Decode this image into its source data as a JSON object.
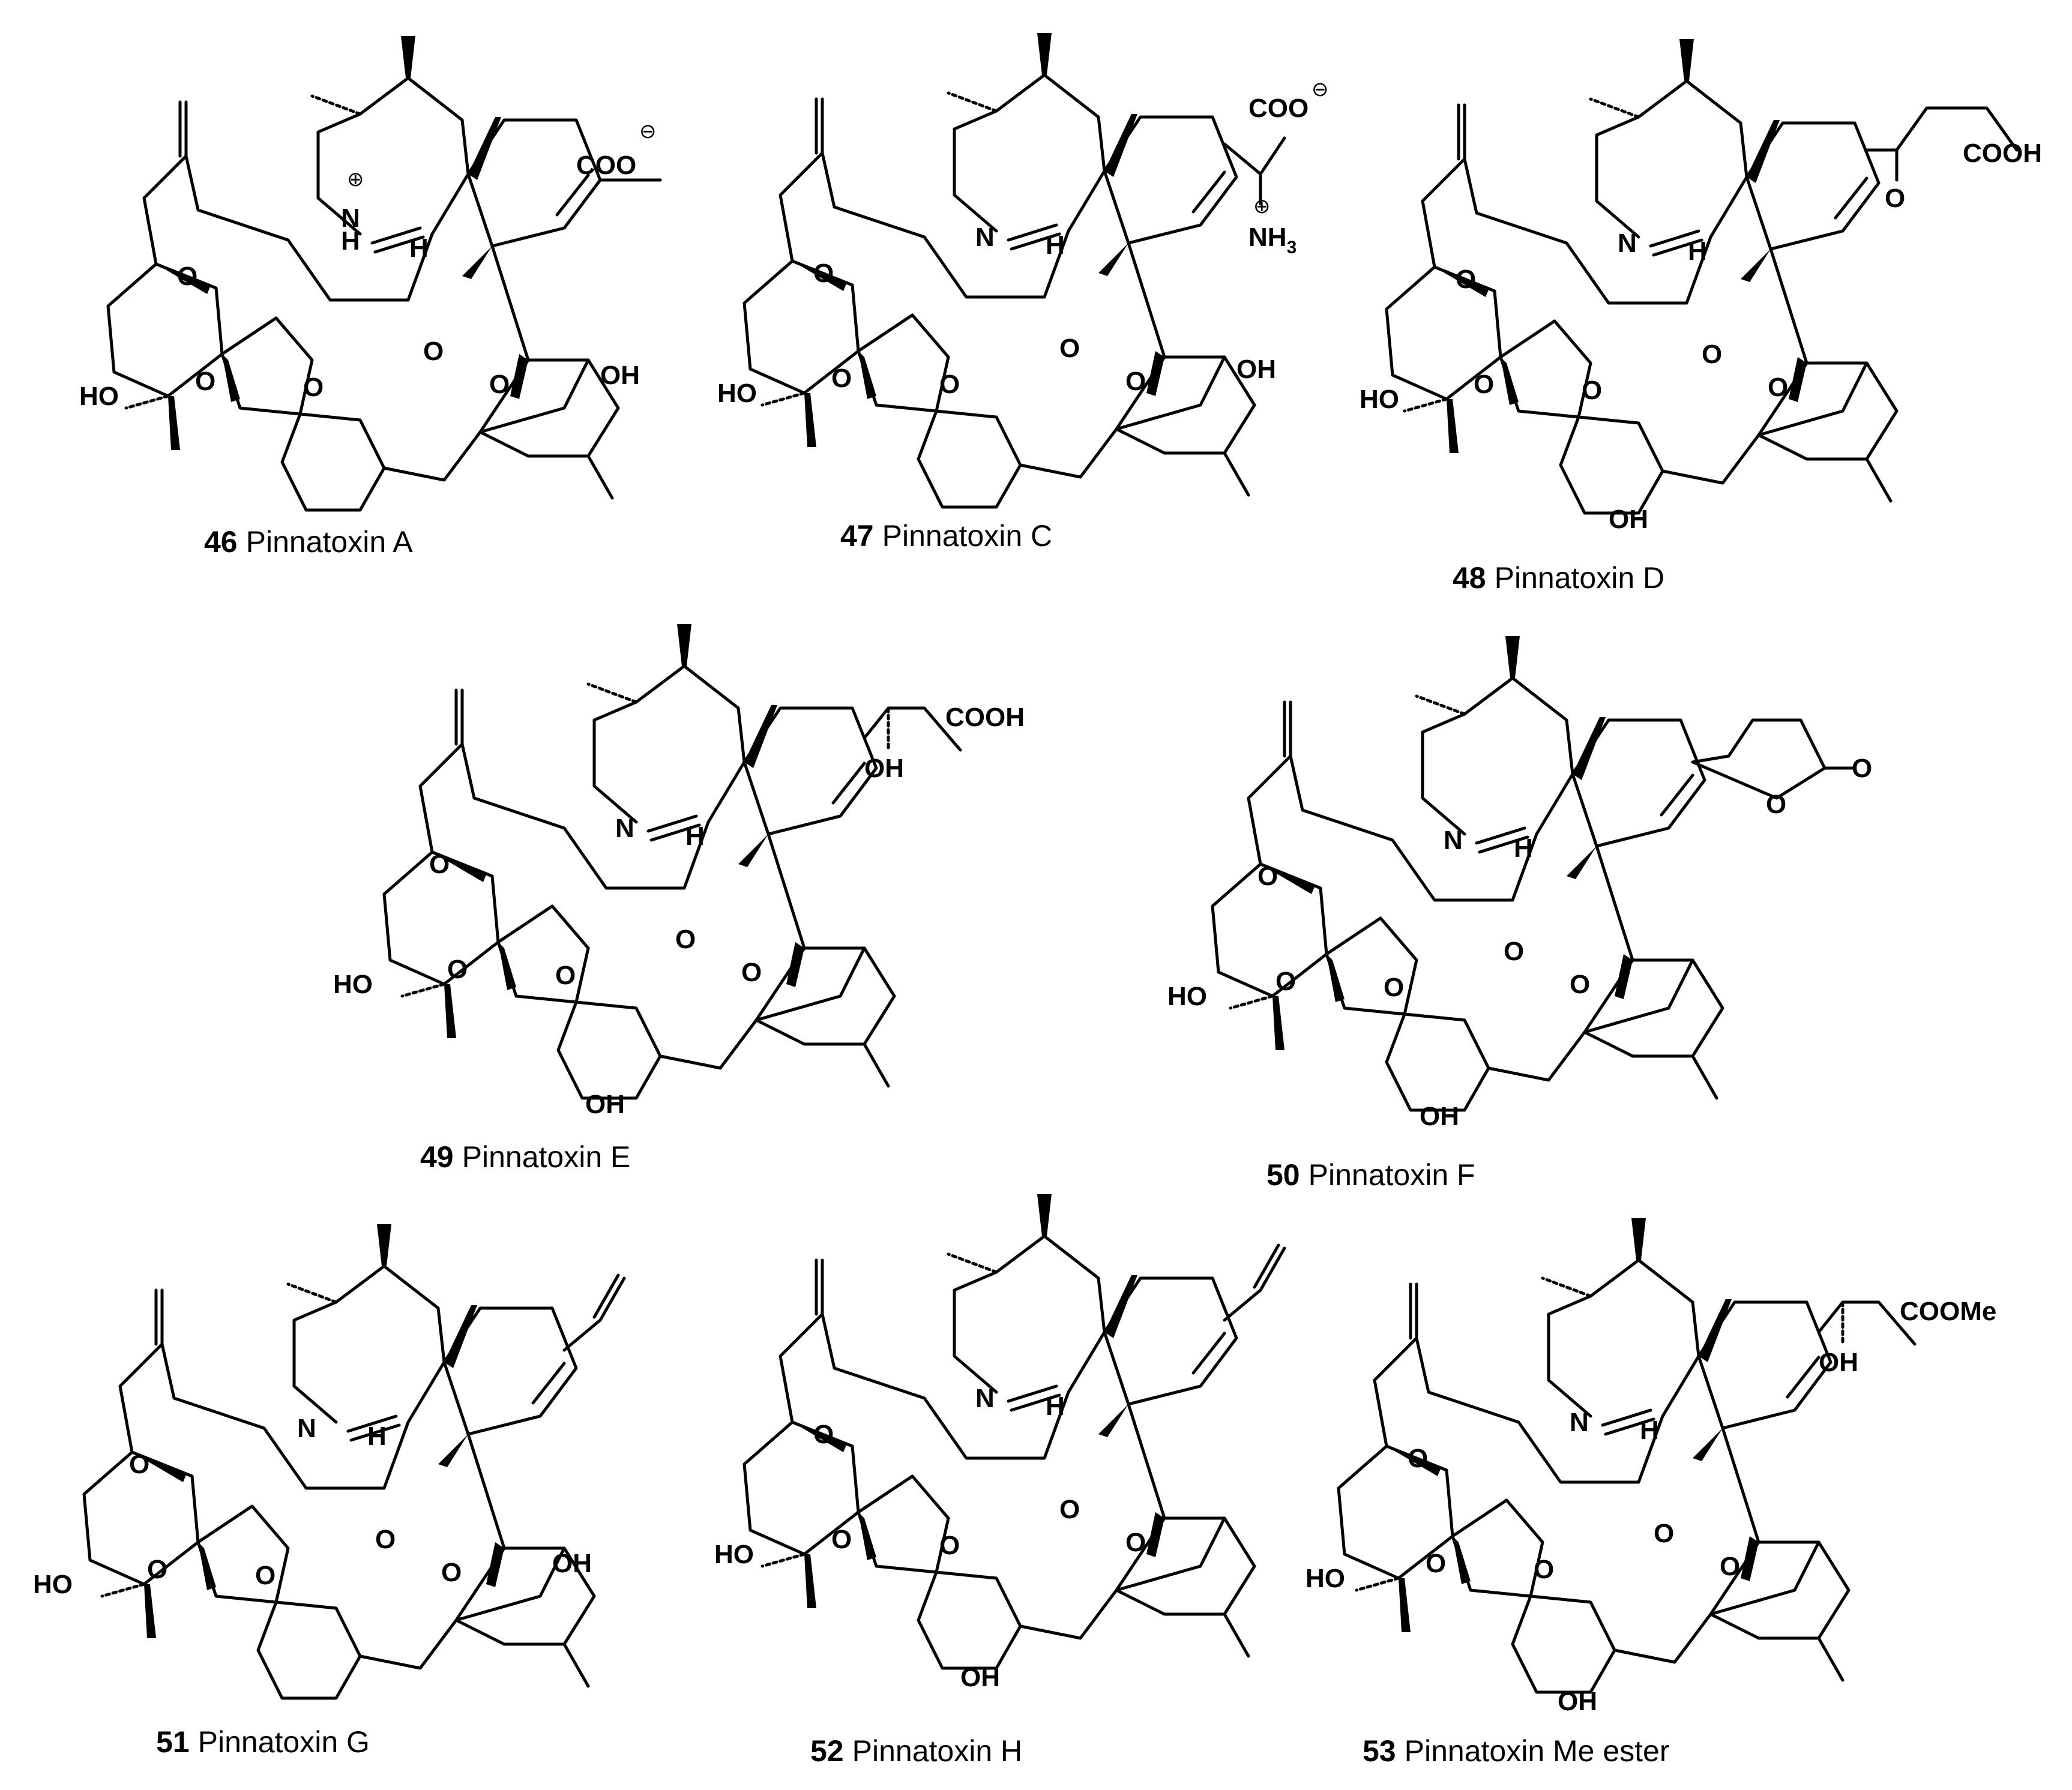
{
  "figure": {
    "compounds": [
      {
        "number": "46",
        "name": "Pinnatoxin A",
        "labels": {
          "acid": "COO",
          "acid_charge": "⊖",
          "imine_n": "N",
          "imine_h": "H",
          "imine_charge": "⊕",
          "h": "H",
          "ho": "HO",
          "oh_ring": "OH",
          "o1": "O",
          "o2": "O",
          "o3": "O",
          "o4": "O",
          "o5": "O"
        }
      },
      {
        "number": "47",
        "name": "Pinnatoxin C",
        "labels": {
          "acid": "COO",
          "acid_charge": "⊖",
          "amine": "NH",
          "amine_sub": "3",
          "amine_charge": "⊕",
          "imine_n": "N",
          "h": "H",
          "ho": "HO",
          "oh_ring": "OH",
          "o1": "O",
          "o2": "O",
          "o3": "O",
          "o4": "O",
          "o5": "O"
        }
      },
      {
        "number": "48",
        "name": "Pinnatoxin D",
        "labels": {
          "acid": "COOH",
          "keto_o": "O",
          "imine_n": "N",
          "h": "H",
          "ho": "HO",
          "oh_low": "OH",
          "o1": "O",
          "o2": "O",
          "o3": "O",
          "o4": "O",
          "o5": "O"
        }
      },
      {
        "number": "49",
        "name": "Pinnatoxin E",
        "labels": {
          "acid": "COOH",
          "side_oh": "OH",
          "imine_n": "N",
          "h": "H",
          "ho": "HO",
          "oh_low": "OH",
          "o1": "O",
          "o2": "O",
          "o3": "O",
          "o4": "O",
          "o5": "O"
        }
      },
      {
        "number": "50",
        "name": "Pinnatoxin F",
        "labels": {
          "lactone_o1": "O",
          "lactone_o2": "O",
          "imine_n": "N",
          "h": "H",
          "ho": "HO",
          "oh_low": "OH",
          "o1": "O",
          "o2": "O",
          "o3": "O",
          "o4": "O",
          "o5": "O"
        }
      },
      {
        "number": "51",
        "name": "Pinnatoxin G",
        "labels": {
          "imine_n": "N",
          "h": "H",
          "ho": "HO",
          "oh_ring": "OH",
          "o1": "O",
          "o2": "O",
          "o3": "O",
          "o4": "O",
          "o5": "O"
        }
      },
      {
        "number": "52",
        "name": "Pinnatoxin H",
        "labels": {
          "imine_n": "N",
          "h": "H",
          "ho": "HO",
          "oh_low": "OH",
          "o1": "O",
          "o2": "O",
          "o3": "O",
          "o4": "O",
          "o5": "O"
        }
      },
      {
        "number": "53",
        "name": "Pinnatoxin Me ester",
        "labels": {
          "ester": "COOMe",
          "side_oh": "OH",
          "imine_n": "N",
          "h": "H",
          "ho": "HO",
          "oh_low": "OH",
          "o1": "O",
          "o2": "O",
          "o3": "O",
          "o4": "O",
          "o5": "O"
        }
      }
    ]
  }
}
